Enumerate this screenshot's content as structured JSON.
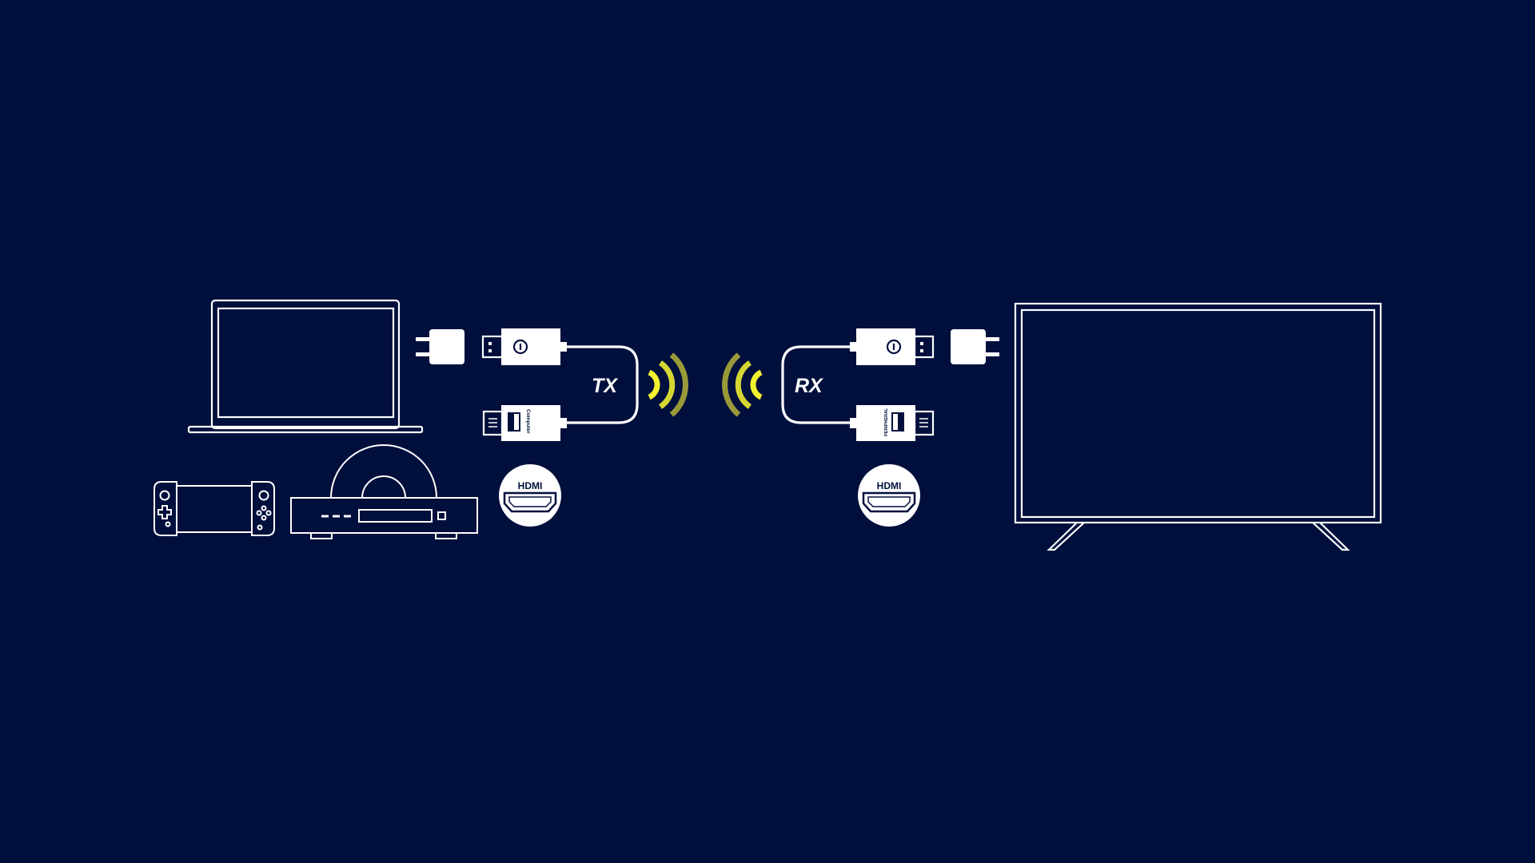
{
  "colors": {
    "background": "#000f3c",
    "line": "#ffffff",
    "wave_bright": "#f2f22e",
    "wave_mid": "#d6d633",
    "wave_dim": "#9a9a3a"
  },
  "transmitter": {
    "label": "TX",
    "hdmi_plug_text": "Computer",
    "hdmi_badge": "HDMI"
  },
  "receiver": {
    "label": "RX",
    "hdmi_plug_text": "PERIPHERAL",
    "hdmi_badge": "HDMI"
  },
  "icons": {
    "source_devices": [
      "laptop-icon",
      "handheld-console-icon",
      "disc-player-icon"
    ],
    "display_device": "tv-icon",
    "power": "power-adapter-icon",
    "signal": "wireless-signal-icon"
  }
}
